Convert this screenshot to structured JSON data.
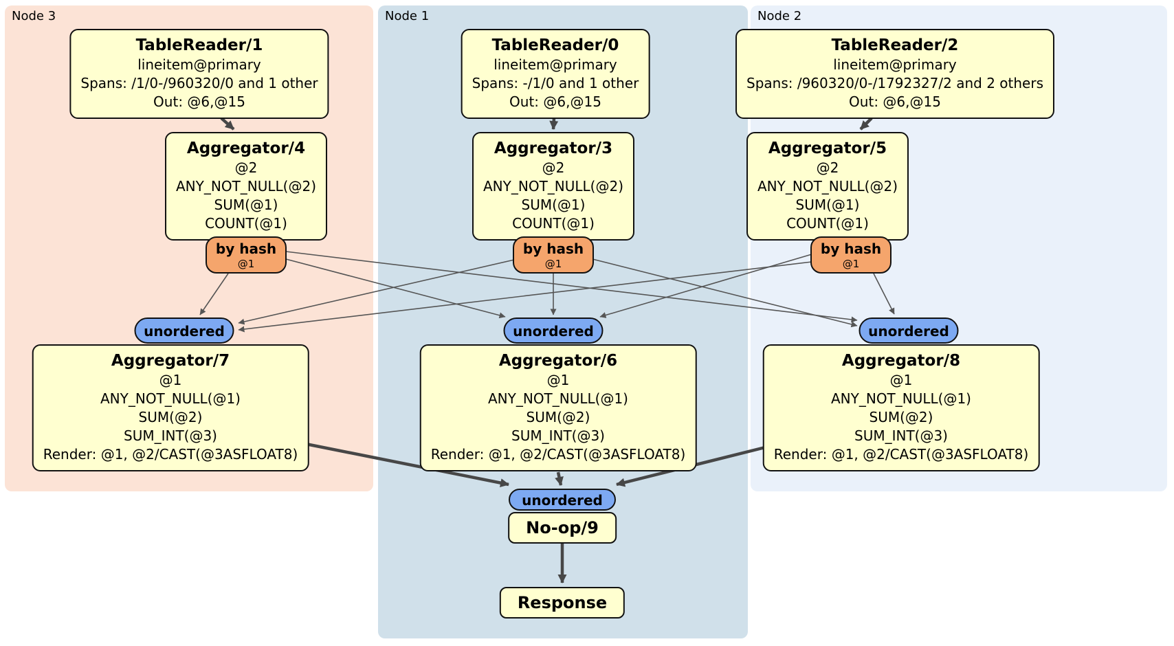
{
  "panels": {
    "node3": {
      "label": "Node 3",
      "bg": "#fce3d6"
    },
    "node1": {
      "label": "Node 1",
      "bg": "#d0e0ea"
    },
    "node2": {
      "label": "Node 2",
      "bg": "#eaf1fa"
    }
  },
  "processors": {
    "tr1": {
      "title": "TableReader/1",
      "lines": [
        "lineitem@primary",
        "Spans: /1/0-/960320/0 and 1 other",
        "Out: @6,@15"
      ]
    },
    "tr0": {
      "title": "TableReader/0",
      "lines": [
        "lineitem@primary",
        "Spans: -/1/0 and 1 other",
        "Out: @6,@15"
      ]
    },
    "tr2": {
      "title": "TableReader/2",
      "lines": [
        "lineitem@primary",
        "Spans: /960320/0-/1792327/2 and 2 others",
        "Out: @6,@15"
      ]
    },
    "agg4": {
      "title": "Aggregator/4",
      "lines": [
        "@2",
        "ANY_NOT_NULL(@2)",
        "SUM(@1)",
        "COUNT(@1)"
      ]
    },
    "agg3": {
      "title": "Aggregator/3",
      "lines": [
        "@2",
        "ANY_NOT_NULL(@2)",
        "SUM(@1)",
        "COUNT(@1)"
      ]
    },
    "agg5": {
      "title": "Aggregator/5",
      "lines": [
        "@2",
        "ANY_NOT_NULL(@2)",
        "SUM(@1)",
        "COUNT(@1)"
      ]
    },
    "agg7": {
      "title": "Aggregator/7",
      "lines": [
        "@1",
        "ANY_NOT_NULL(@1)",
        "SUM(@2)",
        "SUM_INT(@3)",
        "Render: @1, @2/CAST(@3ASFLOAT8)"
      ]
    },
    "agg6": {
      "title": "Aggregator/6",
      "lines": [
        "@1",
        "ANY_NOT_NULL(@1)",
        "SUM(@2)",
        "SUM_INT(@3)",
        "Render: @1, @2/CAST(@3ASFLOAT8)"
      ]
    },
    "agg8": {
      "title": "Aggregator/8",
      "lines": [
        "@1",
        "ANY_NOT_NULL(@1)",
        "SUM(@2)",
        "SUM_INT(@3)",
        "Render: @1, @2/CAST(@3ASFLOAT8)"
      ]
    },
    "noop": {
      "title": "No-op/9"
    },
    "response": {
      "title": "Response"
    }
  },
  "router": {
    "label": "by hash",
    "key": "@1"
  },
  "stream": {
    "unordered": "unordered"
  },
  "colors": {
    "processor_fill": "#ffffd0",
    "router_fill": "#f5a56c",
    "stream_fill": "#7da9f2",
    "edge_thin": "#555555",
    "edge_thick": "#474747",
    "border": "#111111"
  }
}
